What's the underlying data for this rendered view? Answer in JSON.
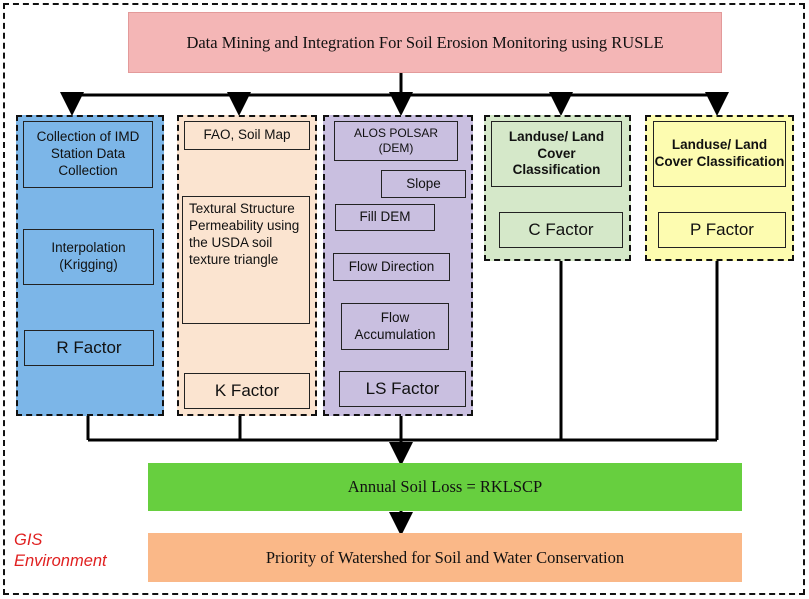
{
  "title": "Data Mining and Integration For Soil Erosion Monitoring using RUSLE",
  "panels": {
    "r": {
      "step1": "Collection of IMD Station Data Collection",
      "step2": "Interpolation (Krigging)",
      "factor": "R Factor",
      "color": "#7cb6e8"
    },
    "k": {
      "step1": "FAO, Soil Map",
      "step2": "Textural Structure Permeability using the USDA soil texture triangle",
      "factor": "K Factor",
      "color": "#fbe4d0"
    },
    "ls": {
      "step1": "ALOS POLSAR (DEM)",
      "slope": "Slope",
      "fill": "Fill DEM",
      "flowdir": "Flow Direction",
      "flowacc": "Flow Accumulation",
      "factor": "LS Factor",
      "color": "#c9bfe0"
    },
    "c": {
      "step1": "Landuse/ Land Cover Classification",
      "factor": "C Factor",
      "color": "#d5e8c9"
    },
    "p": {
      "step1": "Landuse/ Land Cover Classification",
      "factor": "P Factor",
      "color": "#fdfcb0"
    }
  },
  "soil_loss": "Annual Soil Loss = RKLSCP",
  "priority": "Priority of Watershed for Soil and Water Conservation",
  "gis_label": "GIS Environment",
  "colors": {
    "title_bg": "#f4b6b6",
    "soil_loss_bg": "#67cf3f",
    "priority_bg": "#fab888",
    "gis_text": "#e02020"
  }
}
